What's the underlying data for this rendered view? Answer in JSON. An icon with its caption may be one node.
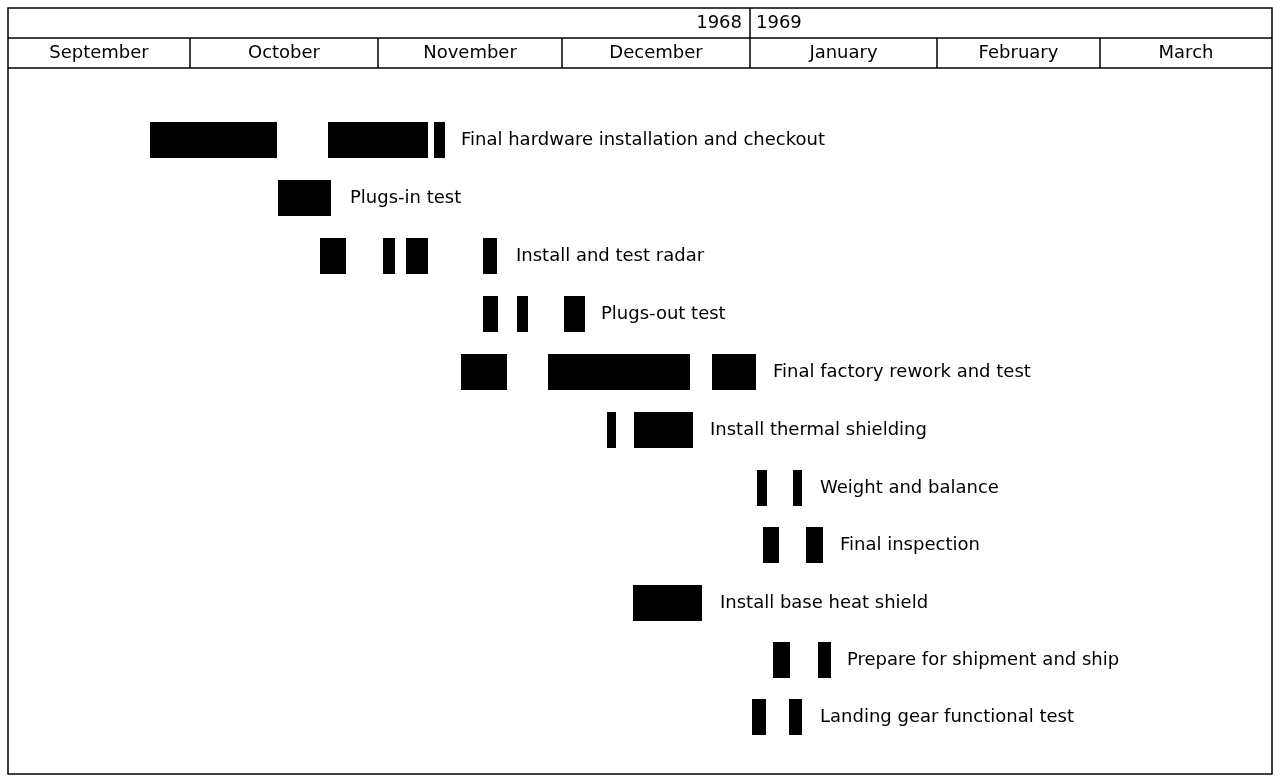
{
  "diagram": {
    "labels": [
      "1968",
      "1969",
      "September",
      "October",
      "November",
      "December",
      "January",
      "February",
      "March",
      "Final hardware installation and checkout",
      "Plugs-in test",
      "Install and test radar",
      "Plugs-out test",
      "Final factory rework and test",
      "Install thermal shielding",
      "Weight and balance",
      "Final inspection",
      "Install base heat shield",
      "Prepare for shipment and ship",
      "Landing gear functional test"
    ]
  }
}
